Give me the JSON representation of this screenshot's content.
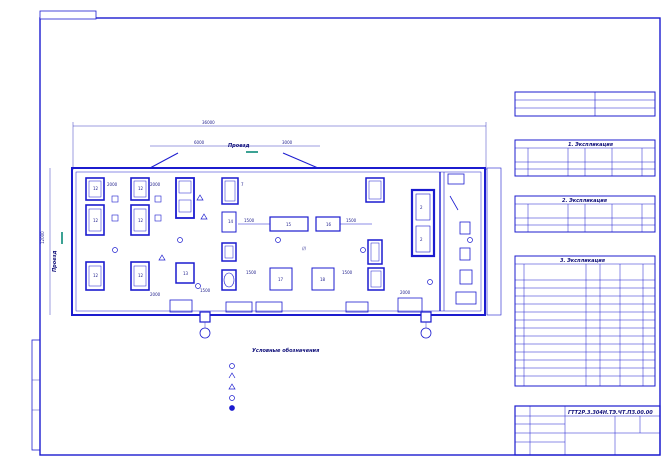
{
  "drawing": {
    "top_stamp": "",
    "legend": {
      "title": "Условные обозначения",
      "items": [
        "",
        "",
        "",
        "",
        ""
      ]
    },
    "direction_label_left": "Проезд",
    "direction_label_top": "Проезд",
    "right_vertical_label": "",
    "title_block": {
      "designation": "ГТТ2Р.3.304Н.ТЭ.ЧТ.ПЗ.00.00",
      "name": "",
      "sheet_info": ""
    },
    "tables": [
      {
        "title": "1. Экспликация",
        "rows": 2
      },
      {
        "title": "2. Экспликация",
        "rows": 2
      },
      {
        "title": "3. Экспликация",
        "rows": 12
      }
    ]
  },
  "colors": {
    "line": "#1c1ccf",
    "text": "#1a1a8a",
    "accent": "#0b8a7a"
  }
}
